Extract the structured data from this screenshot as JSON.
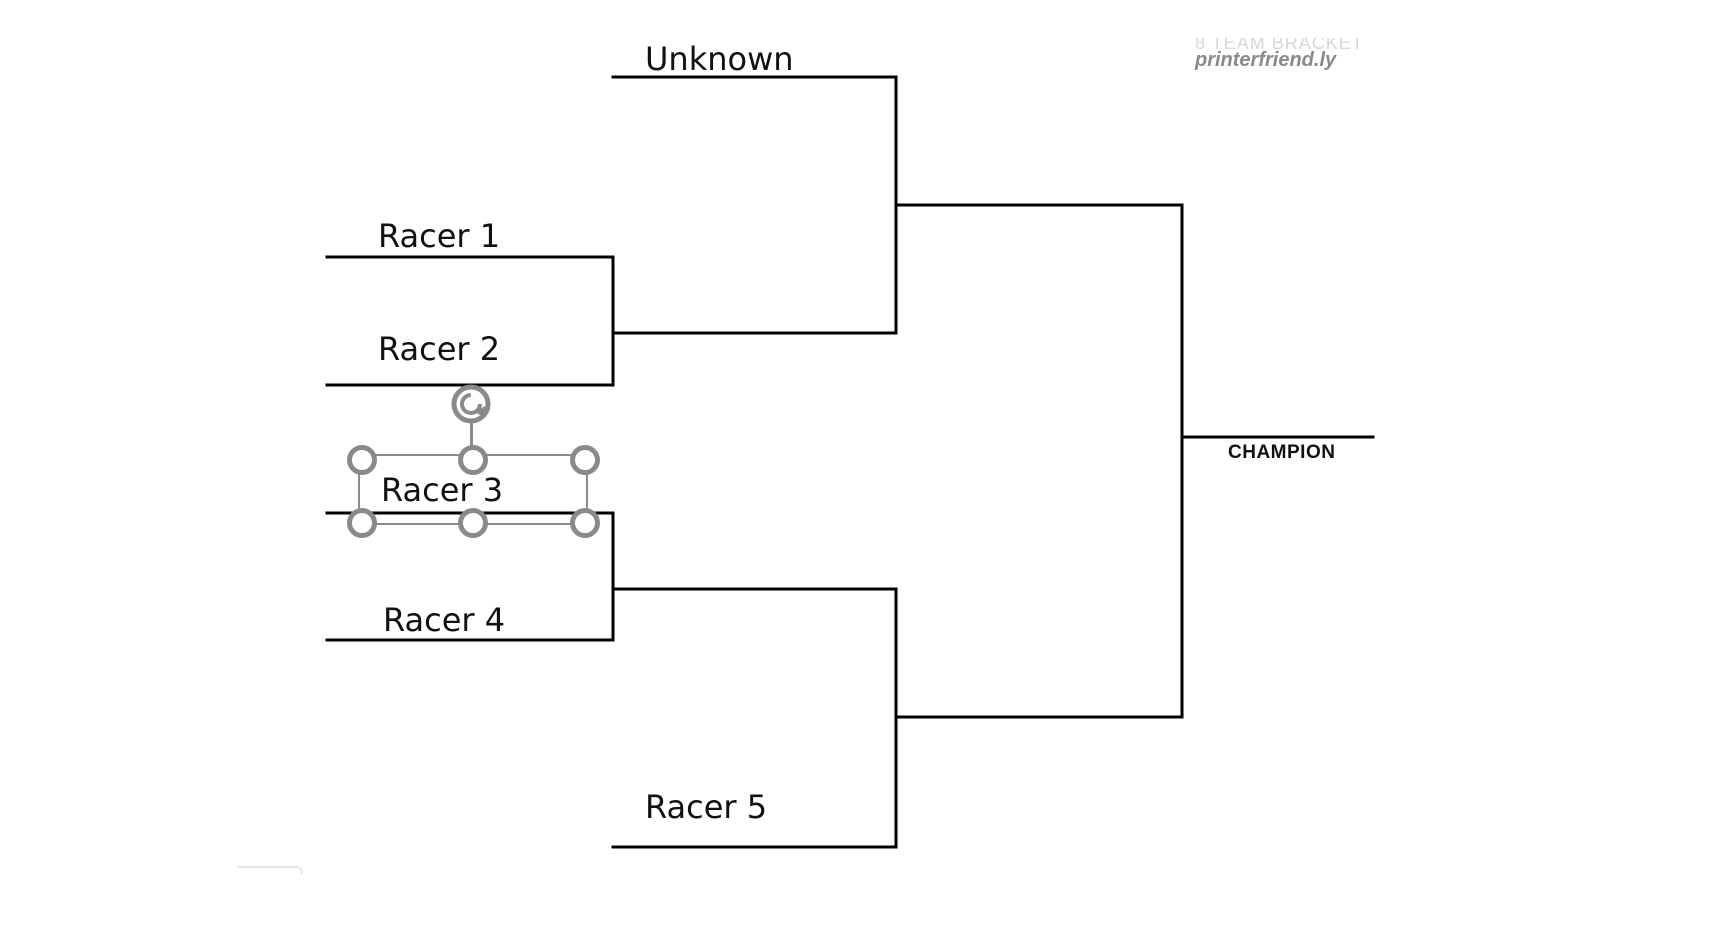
{
  "bracket": {
    "round1_entries": [
      {
        "name": "Racer 1"
      },
      {
        "name": "Racer 2"
      },
      {
        "name": "Racer 3"
      },
      {
        "name": "Racer 4"
      }
    ],
    "round2_entries": [
      {
        "name": "Unknown"
      },
      {
        "name": "Racer 5"
      }
    ],
    "final_label": "CHAMPION"
  },
  "watermark": {
    "top_text": "8 TEAM BRACKET",
    "brand": "printerfriend.ly"
  },
  "selection": {
    "selected_item": "Racer 3"
  },
  "colors": {
    "bracket_line": "#000000",
    "selection_handles": "#8a8a8a",
    "background": "#ffffff"
  },
  "icons": {
    "rotate": "rotate-handle-icon",
    "resize": "resize-handle-icon"
  }
}
